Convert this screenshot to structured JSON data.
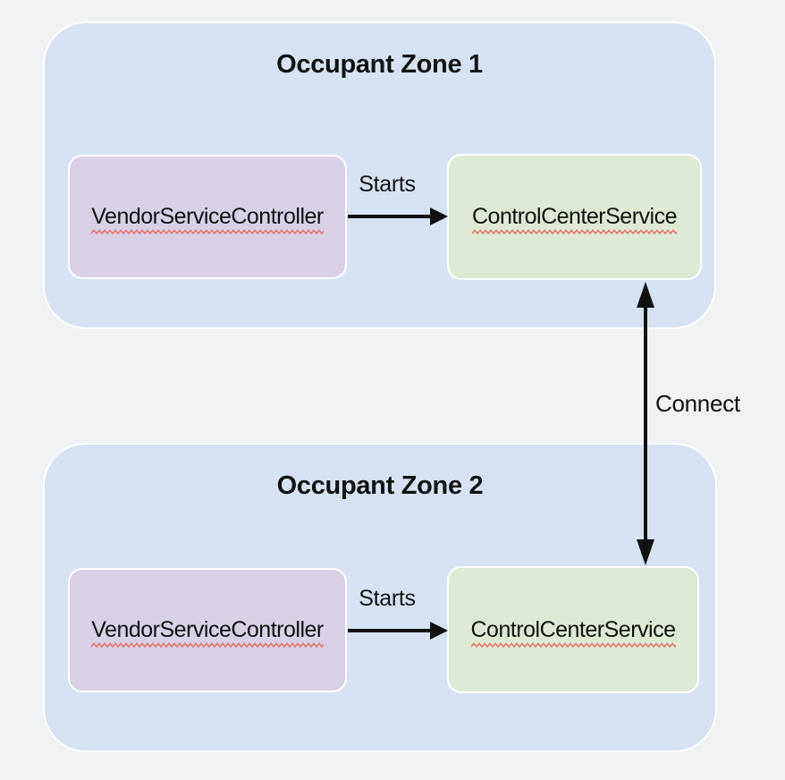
{
  "page": {
    "background": "#f1f2f4"
  },
  "diagram": {
    "zones": [
      {
        "title": "Occupant Zone 1",
        "nodes": [
          {
            "label": "VendorServiceController"
          },
          {
            "label": "ControlCenterService"
          }
        ],
        "edge": {
          "label": "Starts",
          "direction": "right"
        }
      },
      {
        "title": "Occupant Zone 2",
        "nodes": [
          {
            "label": "VendorServiceController"
          },
          {
            "label": "ControlCenterService"
          }
        ],
        "edge": {
          "label": "Starts",
          "direction": "right"
        }
      }
    ],
    "inter_zone_edge": {
      "label": "Connect",
      "direction": "bidirectional"
    }
  },
  "colors": {
    "page_background": "#f1f2f4",
    "zone_fill": "#d6e2f1",
    "vendor_service_controller_fill": "#d8d0e5",
    "control_center_service_fill": "#dde9d4",
    "box_border": "#ffffff",
    "arrow": "#111111",
    "text": "#111111",
    "spellcheck_underline": "#e2796f"
  }
}
